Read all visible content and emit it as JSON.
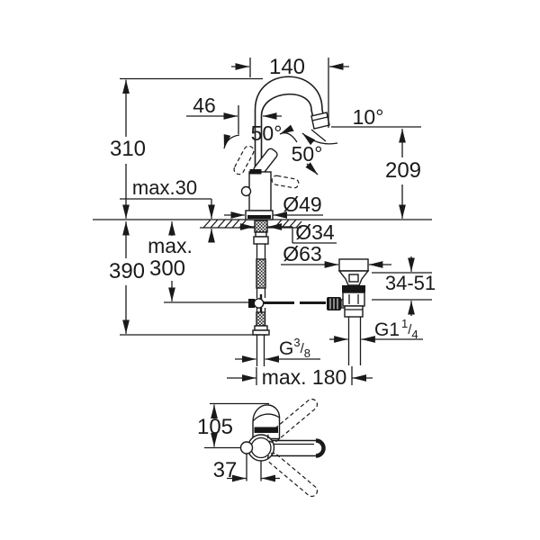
{
  "drawing": {
    "background": "#ffffff",
    "line_color": "#1a1a1a"
  },
  "dimensions": {
    "spout_reach": "140",
    "handle_to_spout": "46",
    "height_above_deck": "310",
    "handle_swing_upper": "50°",
    "handle_swing_lower": "50°",
    "spout_outlet_angle": "10°",
    "outlet_height": "209",
    "deck_thickness": "max.30",
    "base_diameter": "Ø49",
    "shank_diameter": "Ø34",
    "waste_flange_diameter": "Ø63",
    "height_below_deck_total": "390",
    "hose_length_line1": "max.",
    "hose_length_line2": "300",
    "waste_clamping_range": "34-51",
    "supply_thread": {
      "prefix": "G",
      "numerator": "3",
      "slash": "/",
      "denominator": "8"
    },
    "waste_thread": {
      "prefix": "G1",
      "numerator": "1",
      "slash": "/",
      "denominator": "4"
    },
    "center_to_waste": "max. 180",
    "handle_height_top_view": "105",
    "handle_pivot_offset": "37"
  }
}
